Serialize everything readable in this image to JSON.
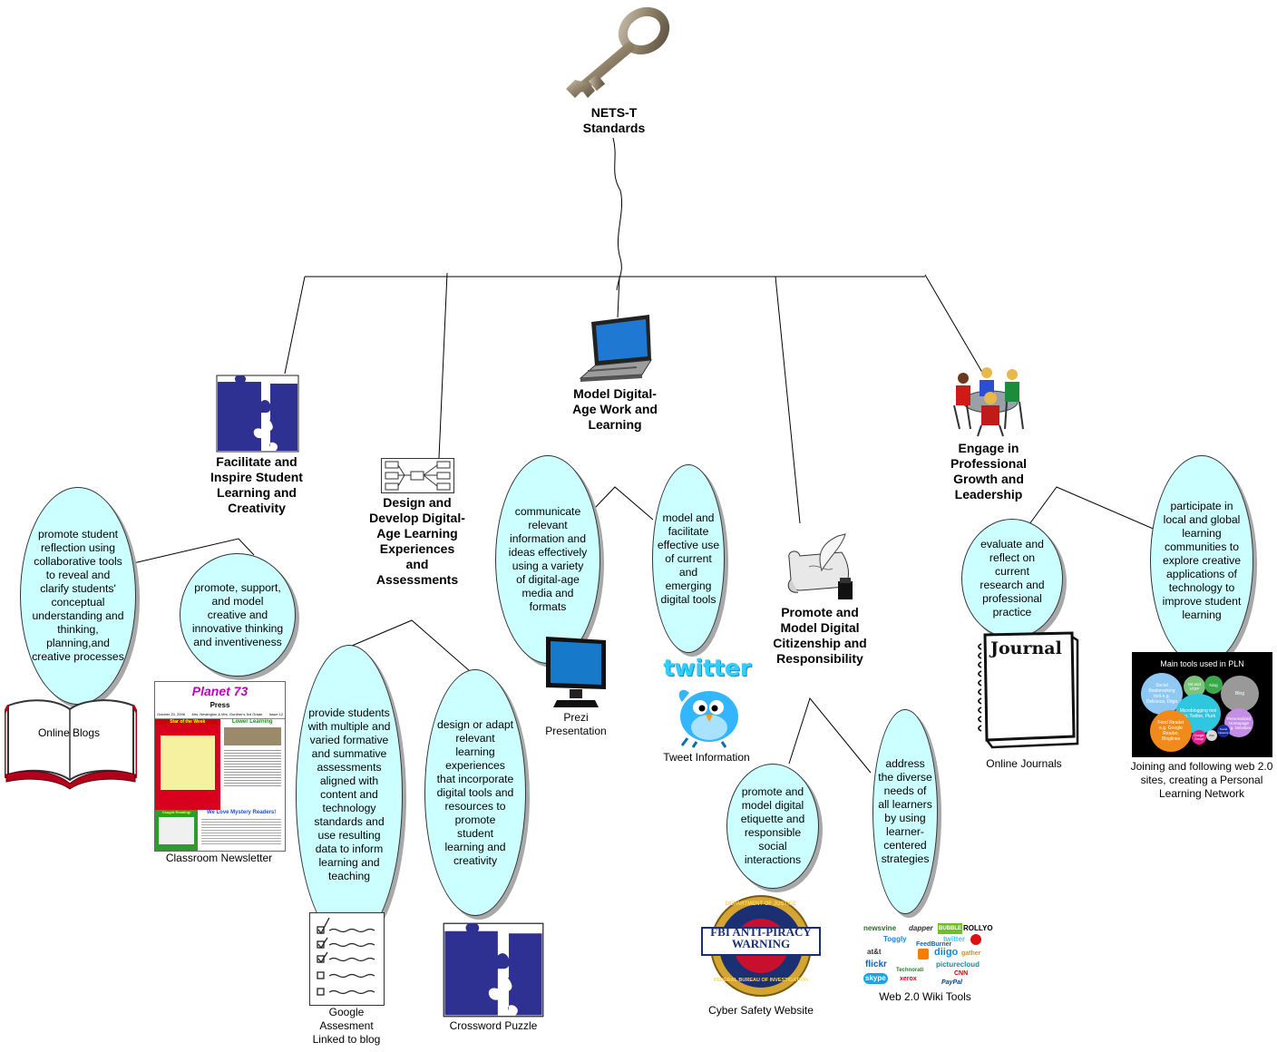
{
  "root": {
    "label": "NETS-T Standards"
  },
  "standards": [
    {
      "title": "Facilitate and Inspire Student Learning and Creativity",
      "outcomes": [
        "promote student reflection using collaborative tools to reveal and clarify students' conceptual understanding and thinking, planning,and creative processes",
        "promote, support, and model creative and innovative thinking and inventiveness"
      ],
      "artifacts": [
        "Online Blogs",
        "Classroom Newsletter"
      ]
    },
    {
      "title": "Design and Develop Digital-Age Learning Experiences and Assessments",
      "outcomes": [
        "provide students with multiple and varied formative and summative assessments aligned with content and technology standards and use resulting data to inform learning and teaching",
        "design or adapt relevant learning experiences that incorporate digital tools and resources to promote student learning and creativity"
      ],
      "artifacts": [
        "Google Assesment Linked to blog",
        "Crossword Puzzle"
      ]
    },
    {
      "title": "Model Digital-Age Work and Learning",
      "outcomes": [
        "communicate relevant information and ideas effectively using a variety of digital-age media and formats",
        "model and facilitate effective use of current and emerging digital tools"
      ],
      "artifacts": [
        "Prezi Presentation",
        "Tweet Information"
      ]
    },
    {
      "title": "Promote and Model Digital Citizenship and Responsibility",
      "outcomes": [
        "promote and model digital etiquette and responsible social interactions",
        "address the diverse needs of all learners by using learner-centered strategies"
      ],
      "artifacts": [
        "Cyber Safety Website",
        "Web 2.0 Wiki Tools"
      ]
    },
    {
      "title": "Engage in Professional Growth and Leadership",
      "outcomes": [
        "evaluate and reflect on current research and professional practice",
        "participate in local and global learning communities to explore creative applications of technology to improve student learning"
      ],
      "artifacts": [
        "Online Journals",
        "Joining and following web 2.0 sites, creating a Personal Learning Network"
      ]
    }
  ],
  "image_text": {
    "newsletter_title": "Planet 73",
    "newsletter_press": "Press",
    "newsletter_date": "October 20, 2008",
    "newsletter_by": "Mrs. Newington & Mrs. Gunther's 3rd Grade",
    "newsletter_issue": "Issue 12",
    "newsletter_s1": "Star of the Week",
    "newsletter_s2": "Lower Learning",
    "newsletter_s3": "Caught Reading!",
    "newsletter_s4": "We Love Mystery Readers!",
    "twitter_word": "twitter",
    "fbi_top": "DEPARTMENT OF JUSTICE",
    "fbi_line1": "FBI ANTI-PIRACY",
    "fbi_line2": "WARNING",
    "fbi_bottom": "FEDERAL BUREAU OF INVESTIGATION",
    "journal_word": "Journal",
    "pln_title": "Main tools used in PLN",
    "pln_b1": "Social Bookmarking tool e.g. Delicious, Diigo",
    "pln_b2": "IM and VOIP",
    "pln_b3": "Ning",
    "pln_b4": "Blog",
    "pln_b5": "Microblogging tool e.g. Twitter, Plurk",
    "pln_b6": "Personalized Homepage e.g. Netvibes",
    "pln_b7": "Food Reader e.g. Google Reader, Bloglines",
    "pln_b8": "Google Group",
    "pln_b9": "Social Network",
    "pln_b10": "Wiki",
    "web20_tools": [
      "newsvine",
      "dapper",
      "BUBBLE",
      "ROLLYO",
      "Toggly",
      "twitter",
      "at&t",
      "FeedBurner",
      "diigo",
      "gather",
      "flickr",
      "Technorati",
      "picturecloud",
      "skype",
      "xerox",
      "PayPal",
      "CNN"
    ]
  }
}
